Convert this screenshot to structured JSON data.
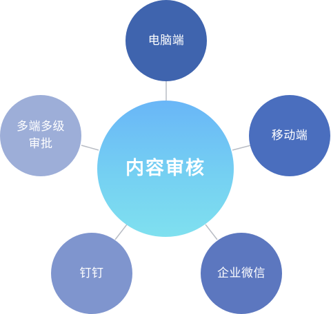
{
  "diagram": {
    "center": {
      "label": "内容审核"
    },
    "nodes": {
      "pc": {
        "label": "电脑端"
      },
      "mobile": {
        "label": "移动端"
      },
      "multi": {
        "label": "多端多级\n审批"
      },
      "ding": {
        "label": "钉钉"
      },
      "wechat": {
        "label": "企业微信"
      }
    },
    "colors": {
      "connector": "#b8bcc4",
      "pc": "#3f64ae",
      "mobile": "#4a6ebe",
      "multi": "#9daed8",
      "ding": "#7f95ce",
      "wechat": "#5c77bf",
      "center_top": "#69b6f7",
      "center_bottom": "#7fe0ef"
    }
  }
}
